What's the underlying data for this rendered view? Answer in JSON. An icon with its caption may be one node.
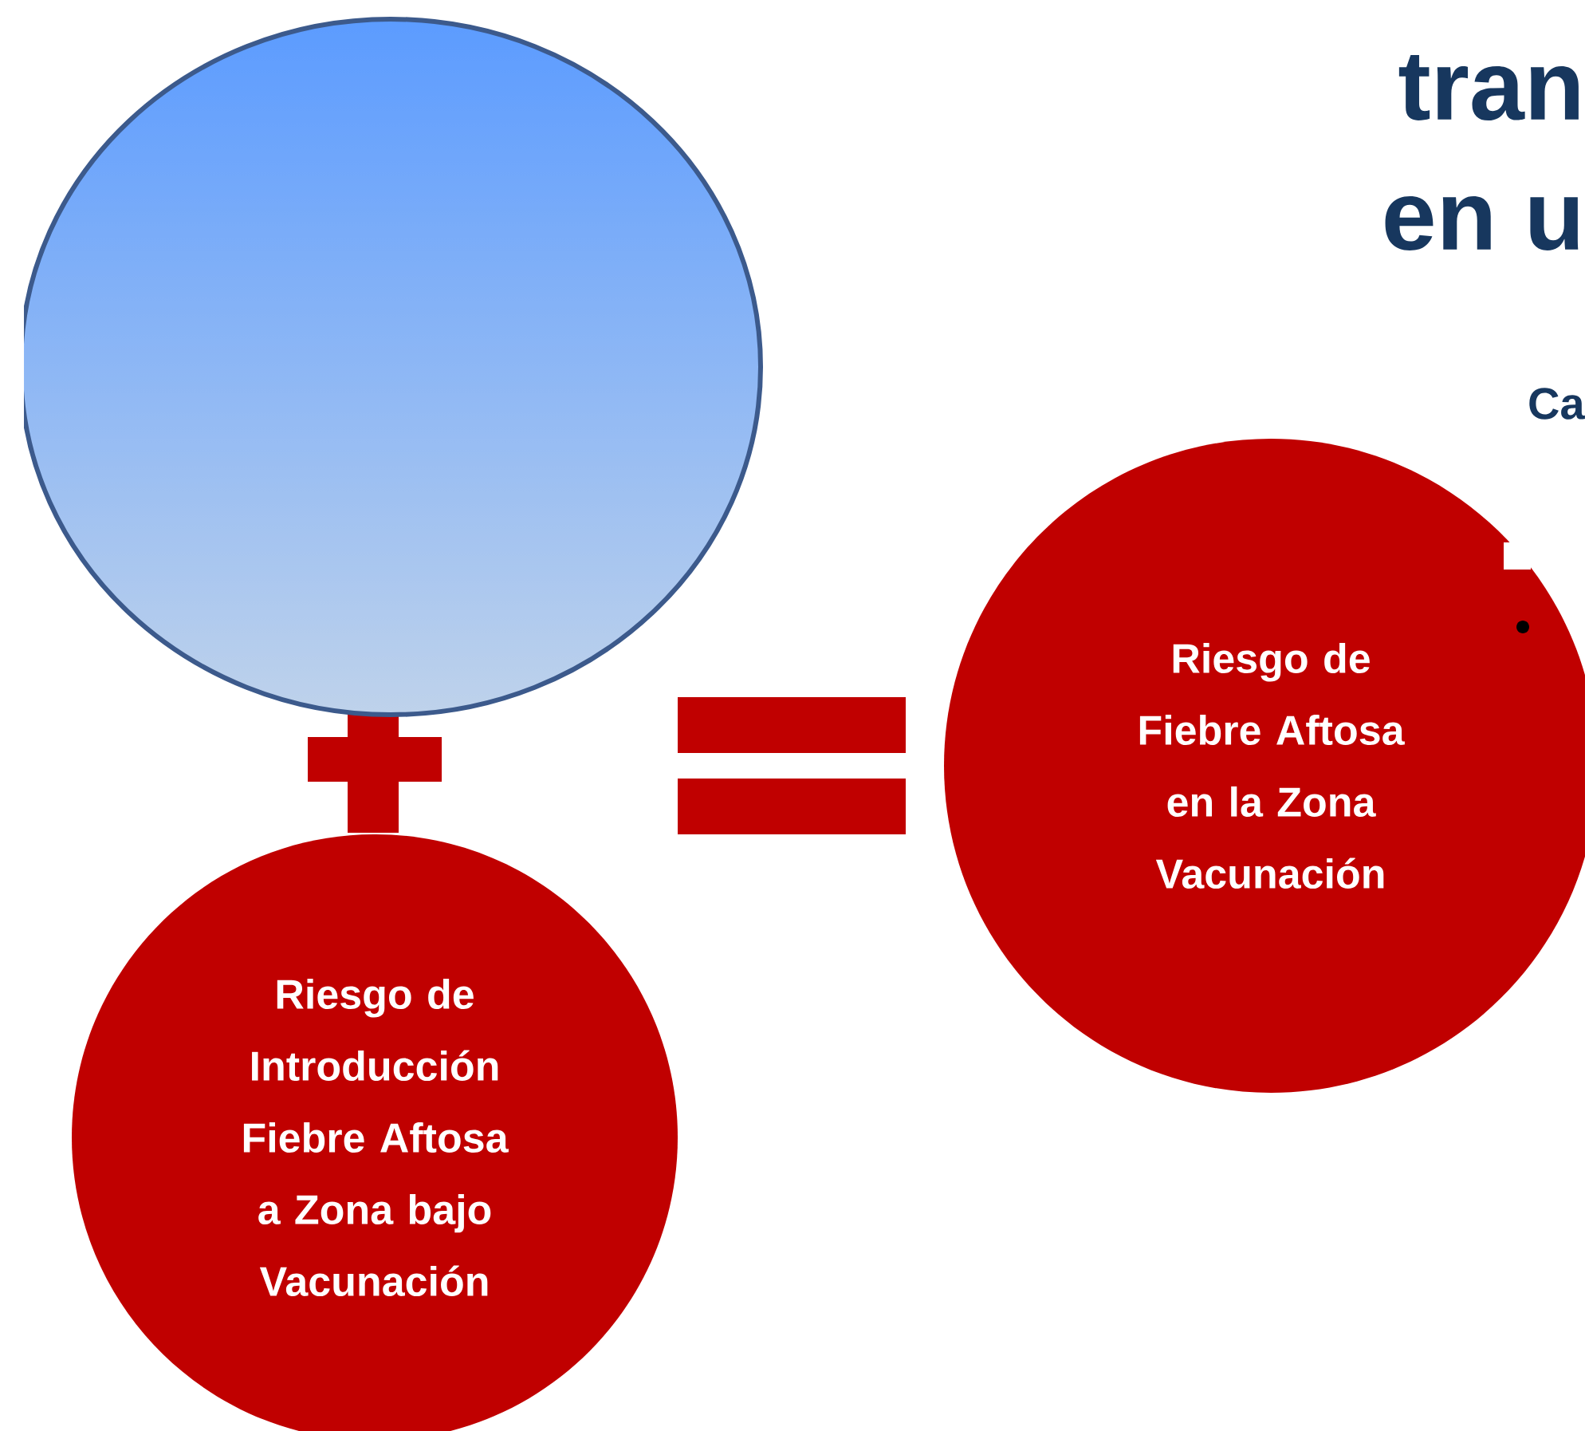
{
  "diagram": {
    "nodes": [
      {
        "text": [],
        "shape": "circle"
      },
      {
        "text": [
          "Riesgo de Introducción Fiebre Aftosa a Zona bajo Vacunación"
        ]
      },
      {
        "text": [
          "Riesgo de Fiebre Aftosa en la Zona Vacunación"
        ]
      }
    ],
    "labels": [
      "tran",
      "en u",
      "Ca"
    ]
  }
}
